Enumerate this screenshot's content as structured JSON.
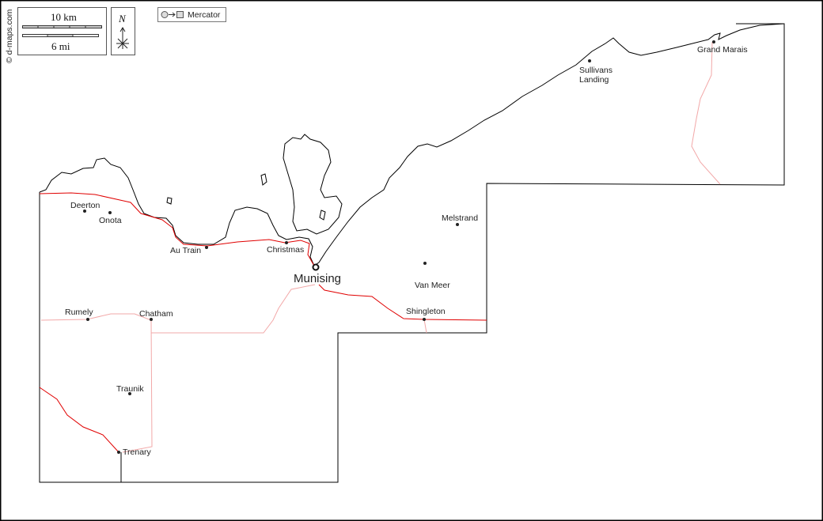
{
  "credit": "© d-maps.com",
  "scale": {
    "km_label": "10 km",
    "mi_label": "6 mi"
  },
  "north": "N",
  "projection": "Mercator",
  "colors": {
    "major_road": "#e00000",
    "minor_road": "#f0a0a0",
    "border": "#000000"
  },
  "places": {
    "grand_marais": "Grand Marais",
    "sullivans_landing_1": "Sullivans",
    "sullivans_landing_2": "Landing",
    "melstrand": "Melstrand",
    "deerton": "Deerton",
    "onota": "Onota",
    "au_train": "Au Train",
    "christmas": "Christmas",
    "munising": "Munising",
    "van_meer": "Van Meer",
    "rumely": "Rumely",
    "chatham": "Chatham",
    "shingleton": "Shingleton",
    "traunik": "Traunik",
    "trenary": "Trenary"
  }
}
